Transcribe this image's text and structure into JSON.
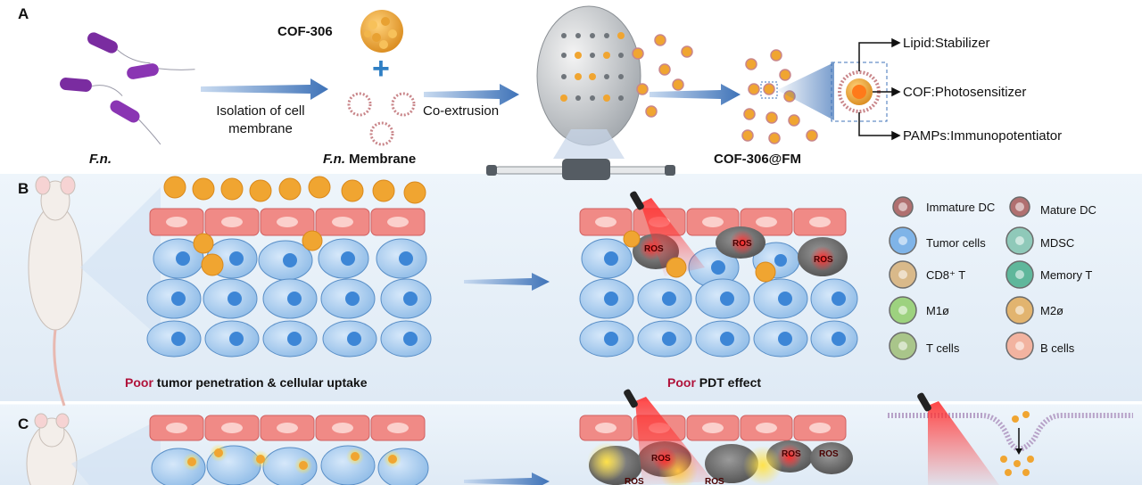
{
  "panels": {
    "a": "A",
    "b": "B",
    "c": "C"
  },
  "row_a": {
    "bacteria_label_1": "F.n.",
    "cof_label": "COF-306",
    "plus_sign": "+",
    "arrow1_text_line1": "Isolation of cell",
    "arrow1_text_line2": "membrane",
    "membrane_label_1": "F.n.",
    "membrane_label_2": " Membrane",
    "arrow2_text": "Co-extrusion",
    "product_label": "COF-306@FM",
    "callouts": [
      "Lipid:Stabilizer",
      "COF:Photosensitizer",
      "PAMPs:Immunopotentiator"
    ]
  },
  "row_b": {
    "caption_left_poor": "Poor",
    "caption_left_rest": " tumor penetration & cellular uptake",
    "caption_right_poor": "Poor",
    "caption_right_rest": " PDT effect",
    "ros_label": "ROS"
  },
  "legend": [
    {
      "label": "Immature DC",
      "color": "#b07070"
    },
    {
      "label": "Mature DC",
      "color": "#b07070"
    },
    {
      "label": "Tumor cells",
      "color": "#7fb4e8"
    },
    {
      "label": "MDSC",
      "color": "#8fc9b9"
    },
    {
      "label": "CD8⁺ T",
      "color": "#d9b98a"
    },
    {
      "label": "Memory T",
      "color": "#5fb79b"
    },
    {
      "label": "M1ø",
      "color": "#9dd27f"
    },
    {
      "label": "M2ø",
      "color": "#e2b46f"
    },
    {
      "label": "T cells",
      "color": "#a9c58a"
    },
    {
      "label": "B cells",
      "color": "#f2b3a0"
    }
  ],
  "colors": {
    "arrow": "#3f73b8",
    "poor": "#b0123a",
    "bacteria": "#7a2ca0",
    "cof": "#f0a531",
    "endothelium": "#f08a86"
  }
}
